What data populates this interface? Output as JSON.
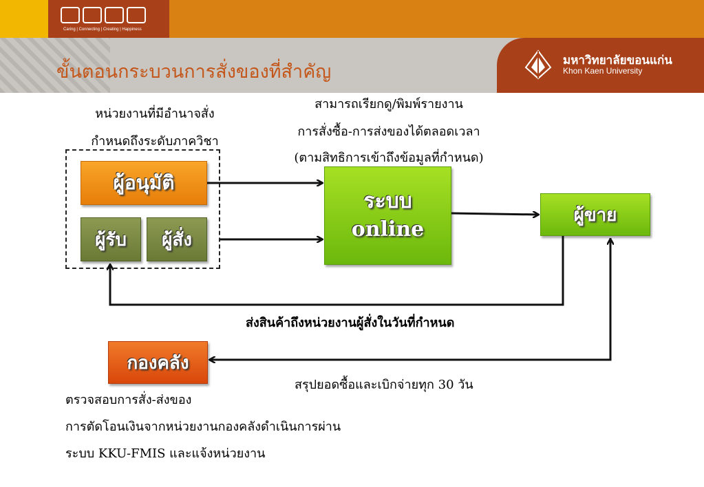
{
  "header": {
    "logo_tagline": "Caring | Connecting | Creating | Happiness",
    "title": "ขั้นตอนกระบวนการสั่งของที่สำคัญ",
    "university_th": "มหาวิทยาลัยขอนแก่น",
    "university_en": "Khon Kaen University"
  },
  "diagram": {
    "left_note": [
      "หน่วยงานที่มีอำนาจสั่ง",
      "กำหนดถึงระดับภาควิชา"
    ],
    "top_note": [
      "สามารถเรียกดู/พิมพ์รายงาน",
      "การสั่งซื้อ-การส่งของได้ตลอดเวลา",
      "(ตามสิทธิการเข้าถึงข้อมูลที่กำหนด)"
    ],
    "approver": "ผู้อนุมัติ",
    "receiver": "ผู้รับ",
    "orderer": "ผู้สั่ง",
    "system_line1": "ระบบ",
    "system_line2": "online",
    "seller": "ผู้ขาย",
    "delivery_note": "ส่งสินค้าถึงหน่วยงานผู้สั่งในวันที่กำหนด",
    "treasury": "กองคลัง",
    "summary_note": "สรุปยอดซื้อและเบิกจ่ายทุก 30  วัน",
    "bottom_notes": [
      "ตรวจสอบการสั่ง-ส่งของ",
      "การตัดโอนเงินจากหน่วยงานกองคลังดำเนินการผ่าน",
      "ระบบ KKU-FMIS และแจ้งหน่วยงาน"
    ]
  },
  "colors": {
    "orange_bar": "#d98112",
    "brand_brown": "#a8401a",
    "title": "#c4561a",
    "green_box": "#8fd11a",
    "orange_box": "#f29418"
  }
}
